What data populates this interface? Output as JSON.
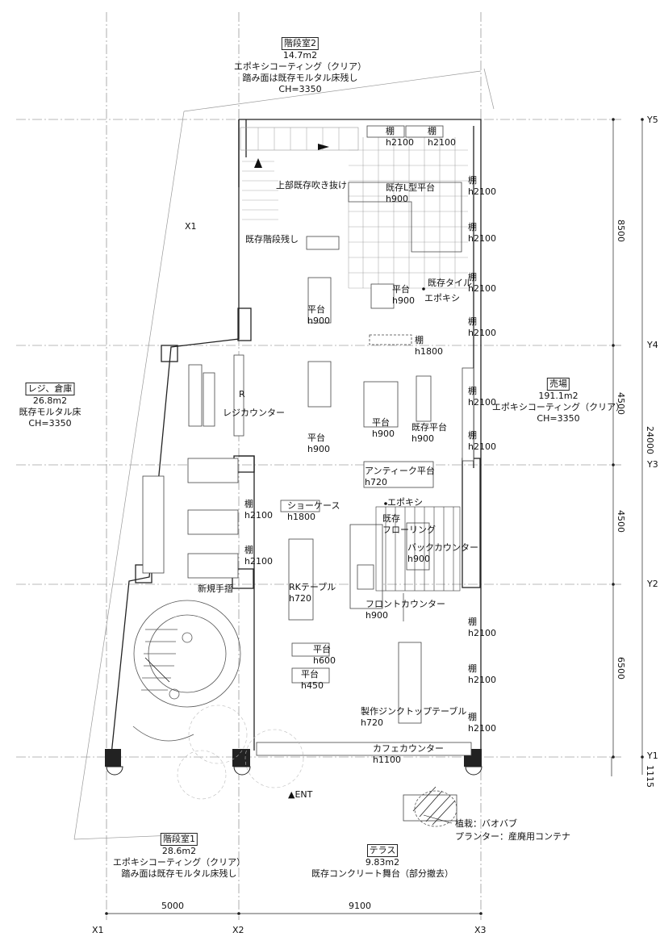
{
  "rooms": {
    "stair2": [
      "階段室2",
      "14.7m2",
      "エポキシコーティング（クリア）",
      "踏み面は既存モルタル床残し",
      "CH=3350"
    ],
    "register": [
      "レジ、倉庫",
      "26.8m2",
      "既存モルタル床",
      "CH=3350"
    ],
    "shop": [
      "売場",
      "191.1m2",
      "エポキシコーティング（クリア）",
      "CH=3350"
    ],
    "stair1": [
      "階段室1",
      "28.6m2",
      "エポキシコーティング（クリア）",
      "踏み面は既存モルタル床残し"
    ],
    "terrace": [
      "テラス",
      "9.83m2",
      "既存コンクリート舞台（部分撤去）"
    ]
  },
  "labels": {
    "shelf": "棚",
    "h2100": "h2100",
    "h1800": "h1800",
    "h900": "h900",
    "h720": "h720",
    "h600": "h600",
    "h450": "h450",
    "h1100": "h1100",
    "upper_void": "上部既存吹き抜け",
    "existing_l_stage": "既存L型平台",
    "existing_stair": "既存階段残し",
    "stage": "平台",
    "existing_tile": "既存タイル",
    "epoxy": "エポキシ",
    "r": "R",
    "register_counter": "レジカウンター",
    "existing_stage": "既存平台",
    "antique_stage": "アンティーク平台",
    "showcase": "ショーケース",
    "existing_flooring": [
      "既存",
      "フローリング"
    ],
    "back_counter": "バックカウンター",
    "rk_table": "RKテーブル",
    "front_counter": "フロントカウンター",
    "new_handrail": "新規手摺",
    "zinc_table": "製作ジンクトップテーブル",
    "cafe_counter": "カフェカウンター",
    "entrance": "▲ENT",
    "planting": "植栽：バオバブ",
    "planter": "プランター：産廃用コンテナ",
    "x1_diag": "X1"
  },
  "grid": {
    "x": [
      "X1",
      "X2",
      "X3"
    ],
    "y": [
      "Y5",
      "Y4",
      "Y3",
      "Y2",
      "Y1"
    ]
  },
  "dimensions": {
    "horizontal": [
      "5000",
      "9100"
    ],
    "vertical": [
      "8500",
      "4500",
      "4500",
      "6500",
      "1115"
    ],
    "total": "24000"
  }
}
